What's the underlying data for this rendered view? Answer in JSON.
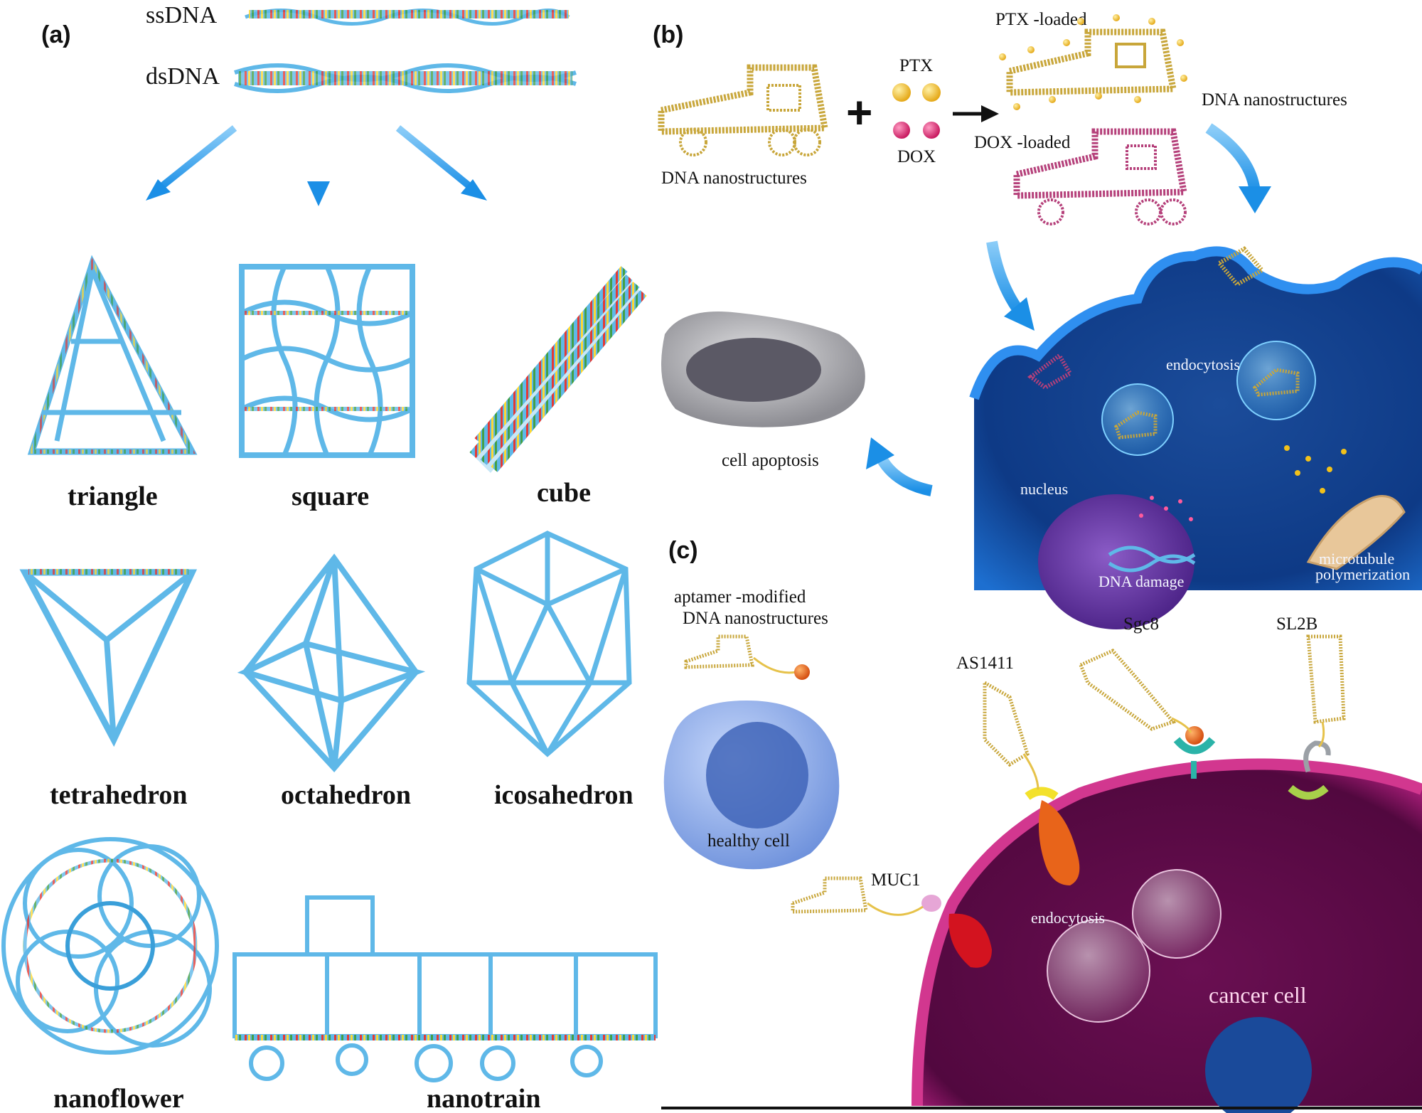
{
  "panel_a": {
    "label": "(a)",
    "ssdna": "ssDNA",
    "dsdna": "dsDNA",
    "shapes": {
      "triangle": "triangle",
      "square": "square",
      "cube": "cube",
      "tetrahedron": "tetrahedron",
      "octahedron": "octahedron",
      "icosahedron": "icosahedron",
      "nanoflower": "nanoflower",
      "nanotrain": "nanotrain"
    }
  },
  "panel_b": {
    "label": "(b)",
    "dna_nanostructures_left": "DNA  nanostructures",
    "ptx": "PTX",
    "dox": "DOX",
    "ptx_loaded": "PTX -loaded",
    "dox_loaded": "DOX -loaded",
    "dna_nanostructures_right": "DNA  nanostructures",
    "endocytosis": "endocytosis",
    "nucleus": "nucleus",
    "dna_damage": "DNA damage",
    "microtubule_1": "microtubule",
    "microtubule_2": "polymerization",
    "cell_apoptosis": "cell  apoptosis",
    "colors": {
      "ptx": "#f2c11a",
      "dox": "#d8266b",
      "cell": "#1f5fb8",
      "arrow": "#2f9bea"
    }
  },
  "panel_c": {
    "label": "(c)",
    "aptamer_1": "aptamer -modified",
    "aptamer_2": "DNA  nanostructures",
    "healthy_cell": "healthy  cell",
    "as1411": "AS1411",
    "sgc8": "Sgc8",
    "sl2b": "SL2B",
    "muc1": "MUC1",
    "endocytosis": "endocytosis",
    "cancer_cell": "cancer  cell",
    "colors": {
      "cancer": "#7a1460",
      "healthy": "#7fa2e6"
    }
  }
}
